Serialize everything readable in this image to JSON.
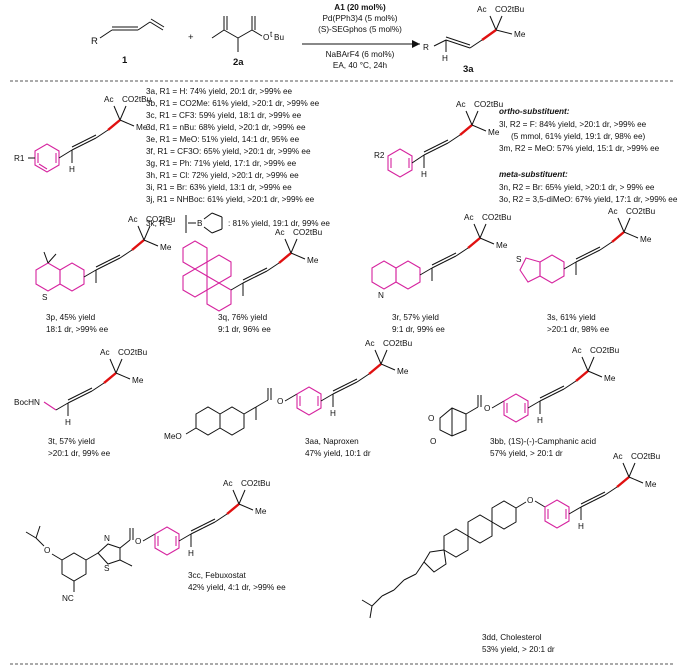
{
  "colors": {
    "accent_bond": "#e01010",
    "aryl_ring": "#d6249f",
    "text": "#111111"
  },
  "reaction": {
    "reagent1_label": "1",
    "reagent1_R": "R",
    "reagent2_label": "2a",
    "reagent2_ester": "O",
    "reagent2_tbu": "t",
    "reagent2_bu": "Bu",
    "plus": "+",
    "conditions": [
      "A1 (20 mol%)",
      "Pd(PPh3)4 (5 mol%)",
      "(S)-SEGphos (5 mol%)",
      "NaBArF4 (6 mol%)",
      "EA, 40 °C, 24h"
    ],
    "product_label": "3a",
    "product_R": "R",
    "product_H": "H",
    "product_ac": "Ac",
    "product_co2": "CO2tBu",
    "product_me": "Me"
  },
  "para_series": [
    "3a, R1 = H: 74% yield, 20:1 dr, >99% ee",
    "3b, R1 = CO2Me: 61% yield, >20:1 dr, >99% ee",
    "3c, R1 = CF3: 59% yield, 18:1 dr, >99% ee",
    "3d, R1 = nBu: 68% yield, >20:1 dr, >99% ee",
    "3e, R1 = MeO: 51% yield, 14:1 dr, 95% ee",
    "3f, R1 = CF3O: 65% yield, >20:1 dr, >99% ee",
    "3g, R1 = Ph: 71% yield, 17:1 dr, >99% ee",
    "3h, R1 = Cl: 72% yield, >20:1 dr, >99% ee",
    "3i, R1 = Br: 63% yield, 13:1 dr, >99% ee",
    "3j, R1 = NHBoc: 61% yield, >20:1 dr, >99% ee"
  ],
  "para_3k": {
    "label": "3k, R =",
    "bpin": "B",
    "result": ": 81% yield, 19:1 dr, 99% ee"
  },
  "ortho": {
    "heading": "ortho-substituent:",
    "lines": [
      "3l, R2 = F: 84% yield, >20:1 dr, >99% ee",
      "(5 mmol, 61% yield, 19:1 dr, 98% ee)",
      "3m, R2 = MeO: 57% yield, 15:1 dr, >99% ee"
    ]
  },
  "meta": {
    "heading": "meta-substituent:",
    "lines": [
      "3n, R2 = Br: 65% yield, >20:1 dr, > 99% ee",
      "3o, R2 = 3,5-diMeO: 67% yield, 17:1 dr, >99% ee"
    ]
  },
  "compounds": [
    {
      "id": "3p",
      "l1": "3p, 45% yield",
      "l2": "18:1 dr, >99% ee"
    },
    {
      "id": "3q",
      "l1": "3q, 76% yield",
      "l2": "9:1 dr, 96% ee"
    },
    {
      "id": "3r",
      "l1": "3r, 57% yield",
      "l2": "9:1 dr, 99% ee"
    },
    {
      "id": "3s",
      "l1": "3s, 61% yield",
      "l2": ">20:1 dr, 98% ee"
    },
    {
      "id": "3t",
      "l1": "3t, 57% yield",
      "l2": ">20:1 dr, 99% ee"
    },
    {
      "id": "3aa",
      "l1": "3aa, Naproxen",
      "l2": "47% yield, 10:1 dr"
    },
    {
      "id": "3bb",
      "l1": "3bb, (1S)-(-)-Camphanic acid",
      "l2": "57% yield, > 20:1 dr"
    },
    {
      "id": "3cc",
      "l1": "3cc, Febuxostat",
      "l2": "42% yield, 4:1 dr, >99% ee"
    },
    {
      "id": "3dd",
      "l1": "3dd, Cholesterol",
      "l2": "53% yield, > 20:1 dr"
    }
  ],
  "atoms": {
    "ac": "Ac",
    "co2": "CO2tBu",
    "me": "Me",
    "h": "H",
    "r1": "R1",
    "r2": "R2",
    "s": "S",
    "n": "N",
    "o": "O",
    "boc": "BocHN",
    "meo": "MeO",
    "nc": "NC"
  }
}
